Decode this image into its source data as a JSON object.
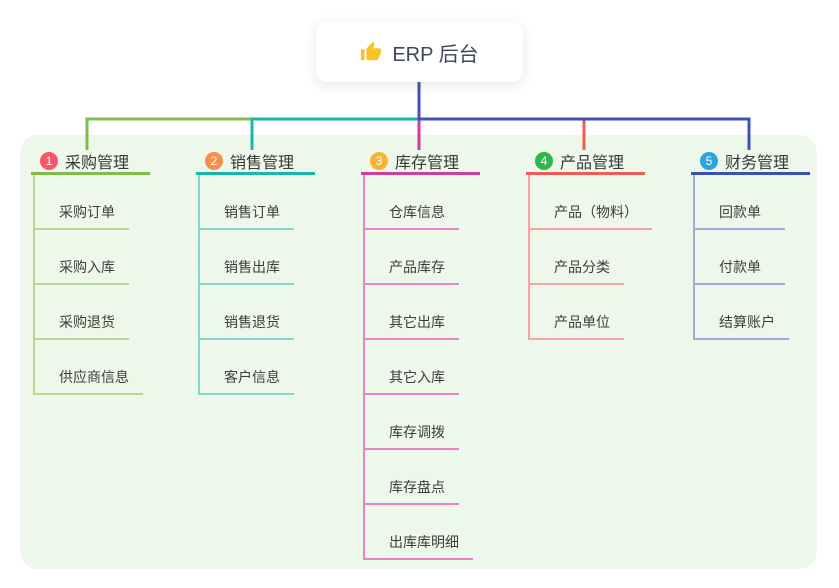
{
  "root": {
    "icon": "thumbs-up-icon",
    "title": "ERP 后台"
  },
  "colors": {
    "panel_bg": "#edf8ea",
    "root_connector": "#4053b4",
    "icon_gold": "#f7c325",
    "root_text": "#3d4757"
  },
  "branches": [
    {
      "num": "1",
      "label": "采购管理",
      "badge_color": "#f8566b",
      "line_color": "#82bb4d",
      "light_color": "#b5da90",
      "children": [
        "采购订单",
        "采购入库",
        "采购退货",
        "供应商信息"
      ]
    },
    {
      "num": "2",
      "label": "销售管理",
      "badge_color": "#fa8c4e",
      "line_color": "#17b8ac",
      "light_color": "#82d7cd",
      "children": [
        "销售订单",
        "销售出库",
        "销售退货",
        "客户信息"
      ]
    },
    {
      "num": "3",
      "label": "库存管理",
      "badge_color": "#f9b234",
      "line_color": "#cf3e9b",
      "light_color": "#f07fc5",
      "children": [
        "仓库信息",
        "产品库存",
        "其它出库",
        "其它入库",
        "库存调拨",
        "库存盘点",
        "出库库明细"
      ]
    },
    {
      "num": "4",
      "label": "产品管理",
      "badge_color": "#2eb84c",
      "line_color": "#f25a5a",
      "light_color": "#f7a3a3",
      "children": [
        "产品（物料）",
        "产品分类",
        "产品单位"
      ]
    },
    {
      "num": "5",
      "label": "财务管理",
      "badge_color": "#2aa5dd",
      "line_color": "#3c50b3",
      "light_color": "#9daddc",
      "children": [
        "回款单",
        "付款单",
        "结算账户"
      ]
    }
  ]
}
